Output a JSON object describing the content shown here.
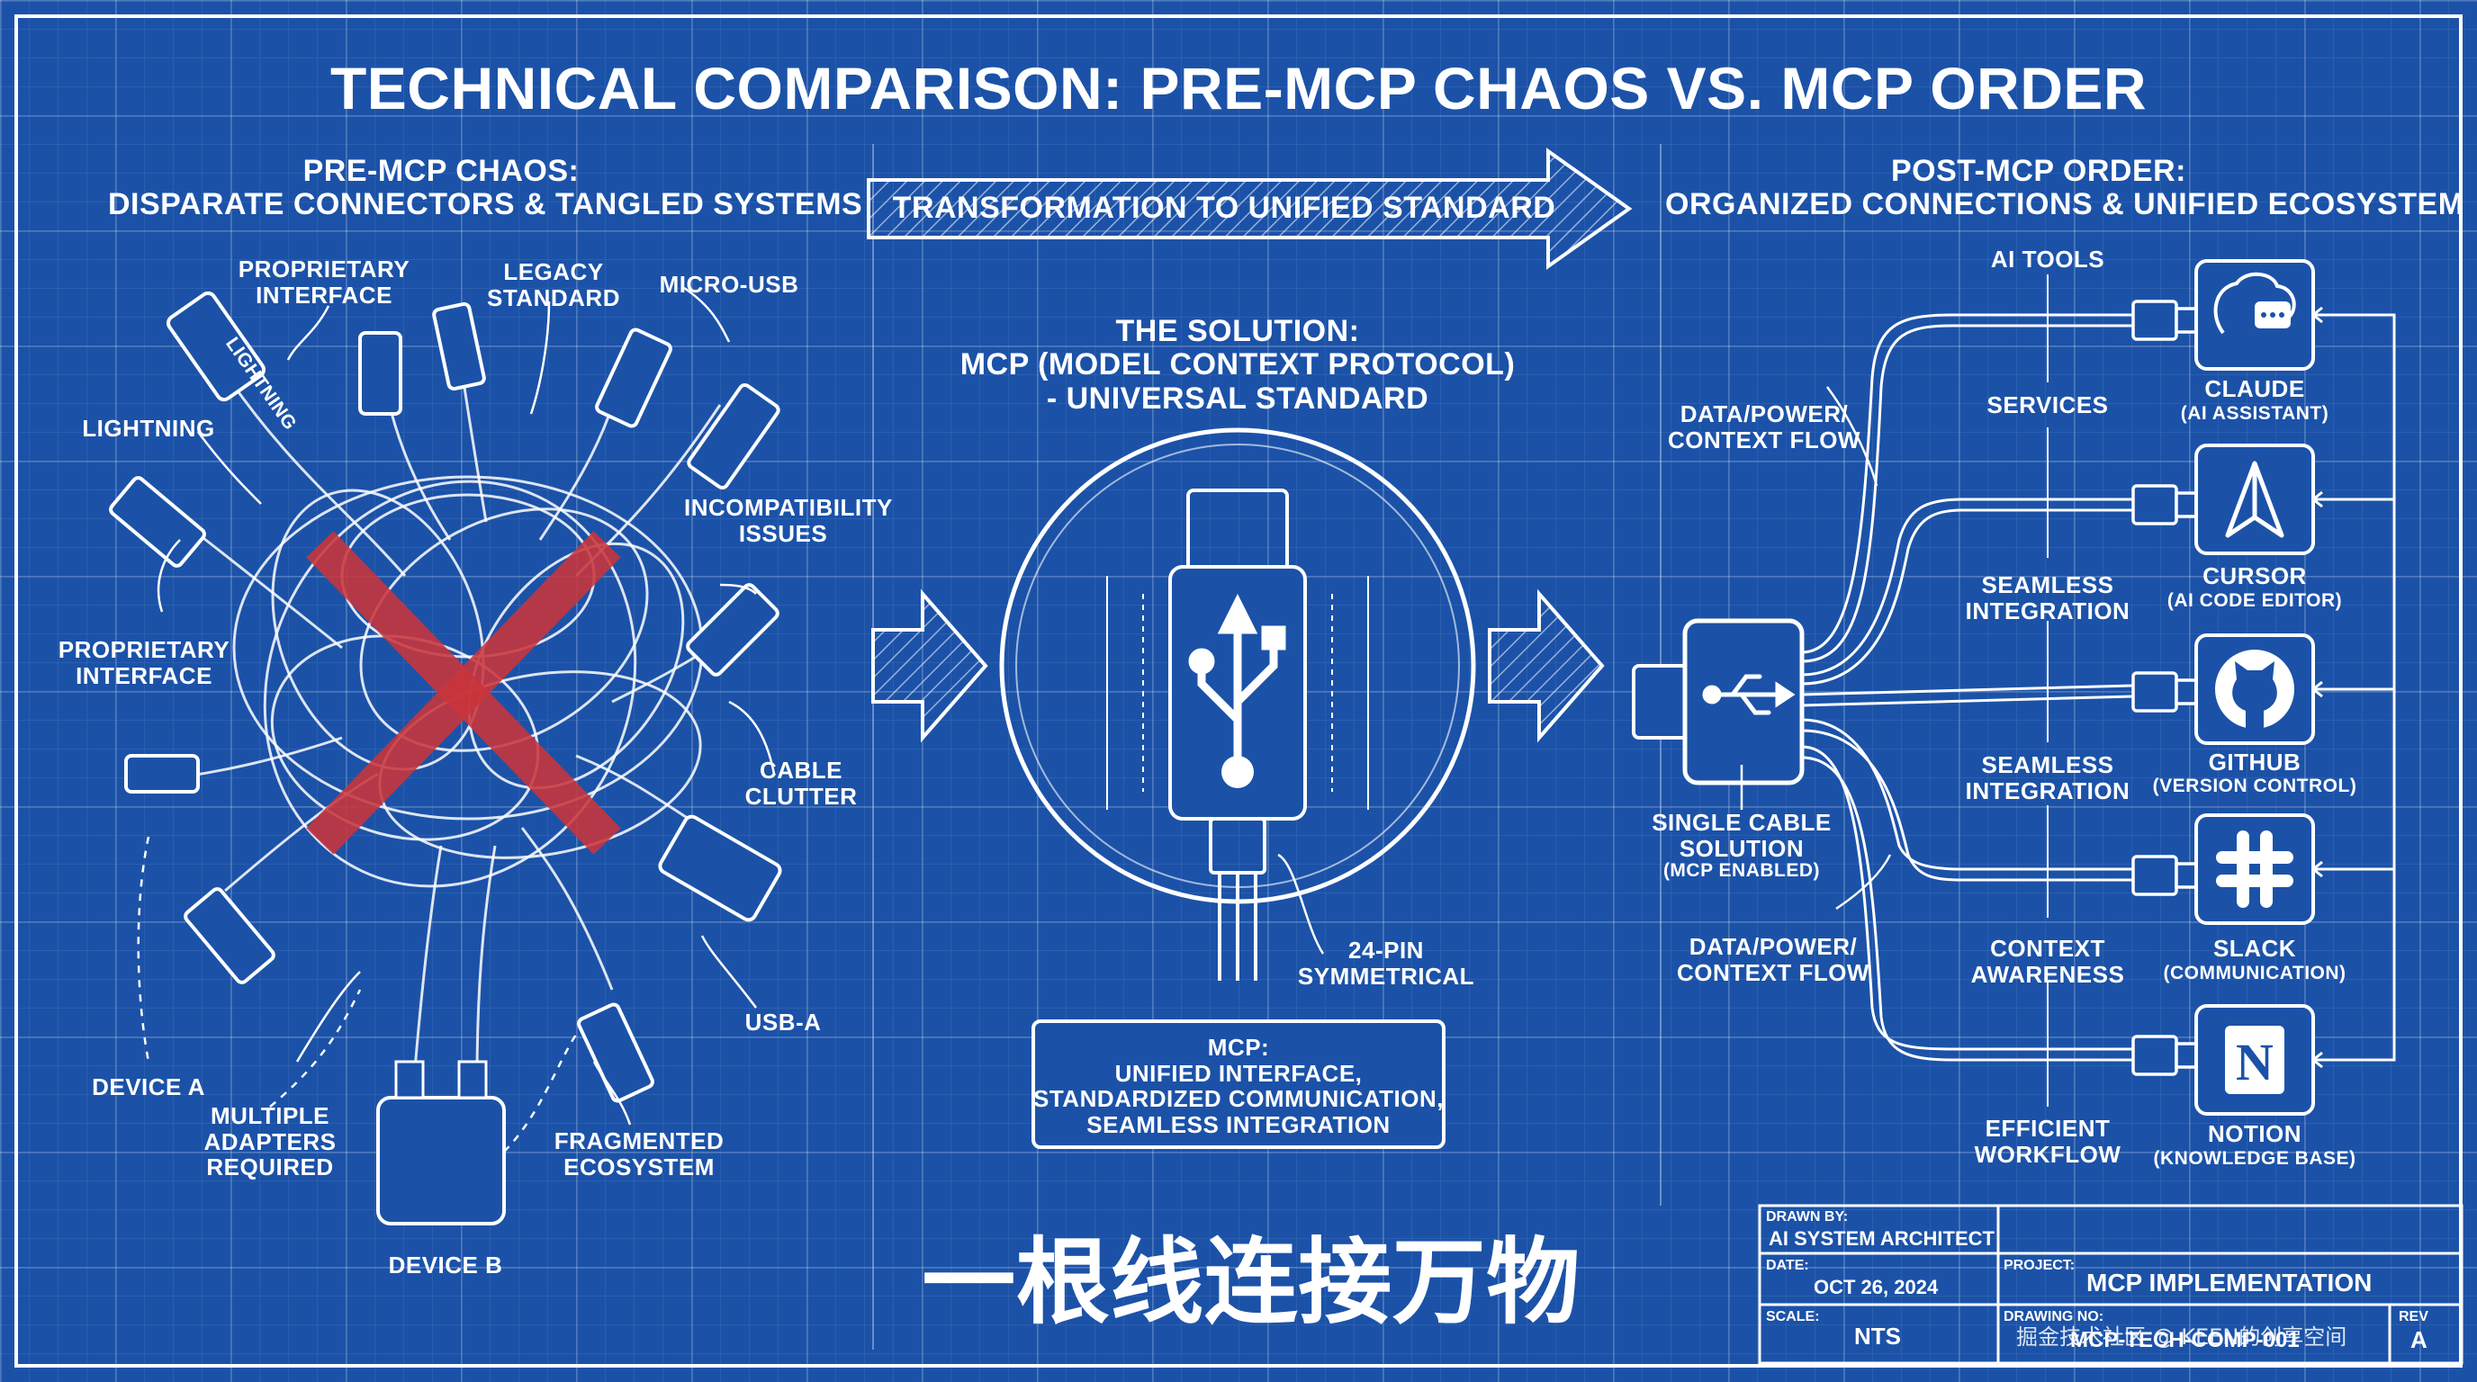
{
  "title": "TECHNICAL COMPARISON: PRE-MCP CHAOS vs. MCP ORDER",
  "left": {
    "heading": [
      "PRE-MCP CHAOS:",
      "DISPARATE CONNECTORS & TANGLED SYSTEMS"
    ],
    "labels": {
      "proprietary_top": [
        "PROPRIETARY",
        "INTERFACE"
      ],
      "legacy": [
        "LEGACY",
        "STANDARD"
      ],
      "micro_usb": "MICRO-USB",
      "lightning": "LIGHTNING",
      "lightning_cable": "LIGHTNING",
      "incompat": [
        "INCOMPATIBILITY",
        "ISSUES"
      ],
      "proprietary_left": [
        "PROPRIETARY",
        "INTERFACE"
      ],
      "cable_clutter": [
        "CABLE",
        "CLUTTER"
      ],
      "usb_a": "USB-A",
      "device_a": "DEVICE A",
      "multiple": [
        "MULTIPLE",
        "ADAPTERS",
        "REQUIRED"
      ],
      "fragmented": [
        "FRAGMENTED",
        "ECOSYSTEM"
      ],
      "device_b": "DEVICE B"
    }
  },
  "middle": {
    "arrow_label": "TRANSFORMATION TO UNIFIED STANDARD",
    "solution": [
      "THE SOLUTION:",
      "MCP (MODEL CONTEXT PROTOCOL)",
      "- UNIVERSAL STANDARD"
    ],
    "pin_label": [
      "24-PIN",
      "SYMMETRICAL"
    ],
    "box": [
      "MCP:",
      "UNIFIED INTERFACE,",
      "STANDARDIZED COMMUNICATION,",
      "SEAMLESS INTEGRATION"
    ],
    "chinese": "一根线连接万物"
  },
  "right": {
    "heading": [
      "POST-MCP ORDER:",
      "ORGANIZED CONNECTIONS & UNIFIED ECOSYSTEM"
    ],
    "flow_top": [
      "DATA/POWER/",
      "CONTEXT FLOW"
    ],
    "flow_bottom": [
      "DATA/POWER/",
      "CONTEXT FLOW"
    ],
    "single_cable": [
      "SINGLE CABLE",
      "SOLUTION"
    ],
    "single_cable_sub": "(MCP ENABLED)",
    "mid_labels": [
      "AI TOOLS",
      "SERVICES",
      "SEAMLESS INTEGRATION",
      "SEAMLESS INTEGRATION",
      "CONTEXT AWARENESS",
      "EFFICIENT WORKFLOW"
    ],
    "tools": [
      {
        "name": "CLAUDE",
        "desc": "(AI ASSISTANT)",
        "icon": "brain-chat-icon"
      },
      {
        "name": "CURSOR",
        "desc": "(AI CODE EDITOR)",
        "icon": "cursor-arrow-icon"
      },
      {
        "name": "GITHUB",
        "desc": "(VERSION CONTROL)",
        "icon": "github-cat-icon"
      },
      {
        "name": "SLACK",
        "desc": "(COMMUNICATION)",
        "icon": "slack-hash-icon"
      },
      {
        "name": "NOTION",
        "desc": "(KNOWLEDGE BASE)",
        "icon": "notion-n-icon"
      }
    ]
  },
  "titleblock": {
    "drawn_by_label": "DRAWN BY:",
    "drawn_by": "AI SYSTEM ARCHITECT",
    "date_label": "DATE:",
    "date": "OCT 26, 2024",
    "project_label": "PROJECT:",
    "project": "MCP IMPLEMENTATION",
    "scale_label": "SCALE:",
    "scale": "NTS",
    "drawing_no_label": "DRAWING NO:",
    "drawing_no": "MCP-TECH-COMP-001",
    "rev_label": "REV",
    "rev": "A"
  },
  "watermark": "掘金技术社区 @ KEEN的创享空间",
  "colors": {
    "background": "#1b52a8",
    "line": "#ffffff",
    "cross": "#c9343a"
  }
}
